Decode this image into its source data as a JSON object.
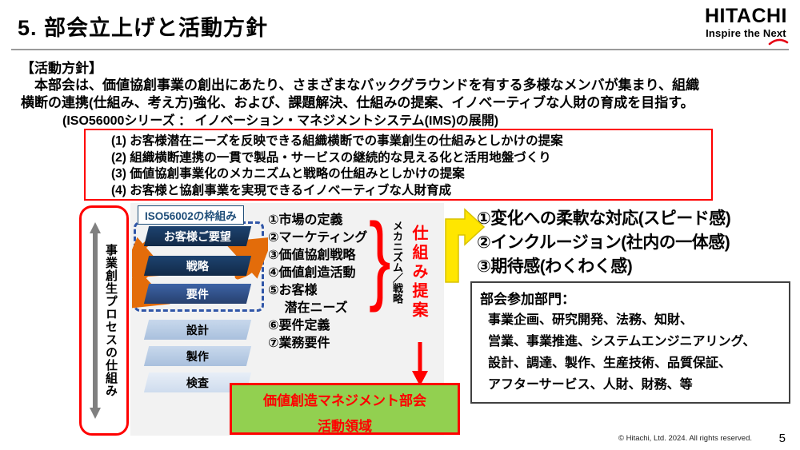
{
  "slide": {
    "title": "5. 部会立上げと活動方針",
    "page_number": "5",
    "copyright": "© Hitachi, Ltd. 2024. All rights reserved."
  },
  "logo": {
    "brand": "HITACHI",
    "tagline": "Inspire the Next"
  },
  "policy": {
    "heading": "【活動方針】",
    "line1": "　本部会は、価値協創事業の創出にあたり、さまざまなバックグラウンドを有する多様なメンバが集まり、組織",
    "line2": "横断の連携(仕組み、考え方)強化、および、課題解決、仕組みの提案、イノベーティブな人財の育成を目指す。",
    "line3": "(ISO56000シリーズ ： イノベーション・マネジメントシステム(IMS)の展開)"
  },
  "proposals": {
    "items": [
      "(1) お客様潜在ニーズを反映できる組織横断での事業創生の仕組みとしかけの提案",
      "(2) 組織横断連携の一貫で製品・サービスの継続的な見える化と活用地盤づくり",
      "(3) 価値協創事業化のメカニズムと戦略の仕組みとしかけの提案",
      "(4) お客様と協創事業を実現できるイノベーティブな人財育成"
    ]
  },
  "diagram": {
    "side_label": "事業創生プロセスの仕組み",
    "framework_label": "ISO56002の枠組み",
    "layers": [
      "お客様ご要望",
      "戦略",
      "要件",
      "設計",
      "製作",
      "検査"
    ],
    "steps": [
      "①市場の定義",
      "②マーケティング",
      "③価値協創戦略",
      "④価値創造活動",
      "⑤お客様",
      "　 潜在ニーズ",
      "⑥要件定義",
      "⑦業務要件"
    ],
    "brace_glyph": "}",
    "bracket_label": "メカニズム／戦略",
    "proposal_label": "仕組み提案",
    "activity_box_line1": "価値創造マネジメント部会",
    "activity_box_line2": "活動領域"
  },
  "highlights": {
    "items": [
      "①変化への柔軟な対応(スピード感)",
      "②インクルージョン(社内の一体感)",
      "③期待感(わくわく感)"
    ]
  },
  "departments": {
    "heading": "部会参加部門：",
    "lines": [
      "事業企画、研究開発、法務、知財、",
      "営業、事業推進、システムエンジニアリング、",
      "設計、調達、製作、生産技術、品質保証、",
      "アフターサービス、人財、財務、等"
    ]
  },
  "colors": {
    "hitachi_red": "#E60012",
    "accent_red": "#FF0000",
    "navy_dark": "#17375E",
    "navy_mid": "#31538F",
    "blue_light": "#B8CCE4",
    "blue_lighter": "#DCE6F1",
    "dashed_blue": "#3056A8",
    "orange": "#E36C0A",
    "green": "#92D050",
    "yellow": "#FFE600",
    "panel_gray": "#F2F2F2"
  }
}
